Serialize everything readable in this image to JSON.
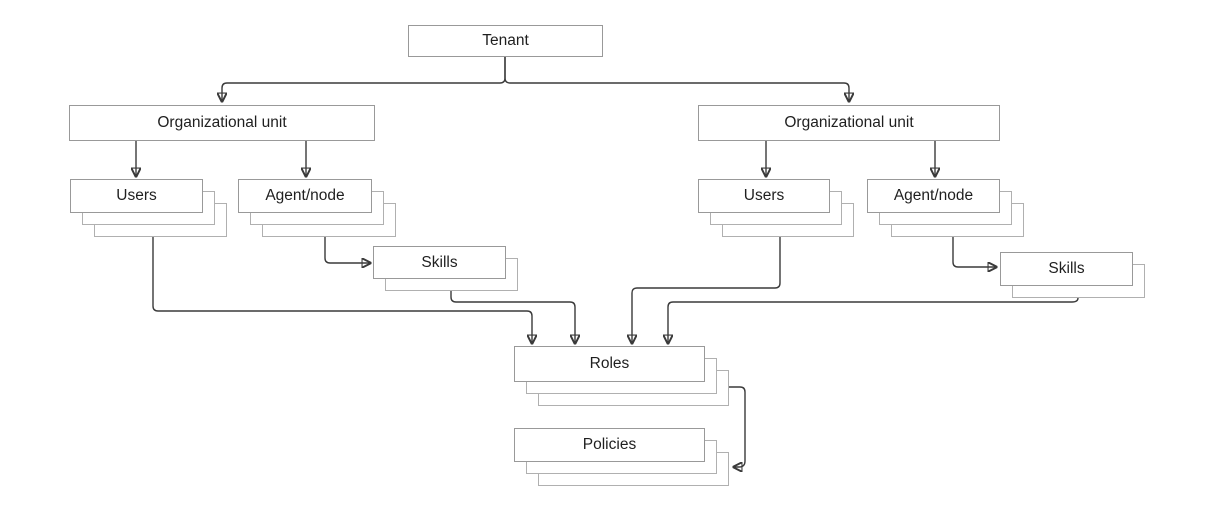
{
  "diagram": {
    "description": "Tenant hierarchy diagram",
    "colors": {
      "background": "#ffffff",
      "box_fill": "#ffffff",
      "box_border": "#999999",
      "stack_border": "#b0b0b0",
      "connector": "#3a3a3a",
      "text": "#1f1f1f"
    },
    "nodes": {
      "tenant": {
        "label": "Tenant",
        "stack": 1
      },
      "ou_left": {
        "label": "Organizational unit",
        "stack": 1
      },
      "ou_right": {
        "label": "Organizational unit",
        "stack": 1
      },
      "users_left": {
        "label": "Users",
        "stack": 3
      },
      "agent_left": {
        "label": "Agent/node",
        "stack": 3
      },
      "skills_left": {
        "label": "Skills",
        "stack": 2
      },
      "users_right": {
        "label": "Users",
        "stack": 3
      },
      "agent_right": {
        "label": "Agent/node",
        "stack": 3
      },
      "skills_right": {
        "label": "Skills",
        "stack": 2
      },
      "roles": {
        "label": "Roles",
        "stack": 3
      },
      "policies": {
        "label": "Policies",
        "stack": 3
      }
    },
    "edges": [
      {
        "from": "tenant",
        "to": "ou_left"
      },
      {
        "from": "tenant",
        "to": "ou_right"
      },
      {
        "from": "ou_left",
        "to": "users_left"
      },
      {
        "from": "ou_left",
        "to": "agent_left"
      },
      {
        "from": "ou_right",
        "to": "users_right"
      },
      {
        "from": "ou_right",
        "to": "agent_right"
      },
      {
        "from": "agent_left",
        "to": "skills_left"
      },
      {
        "from": "agent_right",
        "to": "skills_right"
      },
      {
        "from": "users_left",
        "to": "roles"
      },
      {
        "from": "skills_left",
        "to": "roles"
      },
      {
        "from": "users_right",
        "to": "roles"
      },
      {
        "from": "skills_right",
        "to": "roles"
      },
      {
        "from": "roles",
        "to": "policies"
      }
    ]
  }
}
